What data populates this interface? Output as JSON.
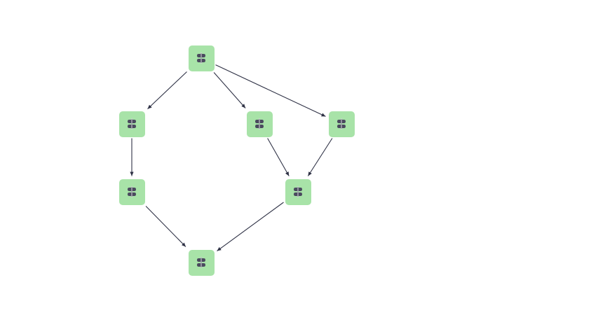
{
  "diagram": {
    "node_fill": "#a8e3a8",
    "icon_color": "#4a4a5e",
    "edge_color": "#2e3145",
    "icon": "pipeline-step-icon",
    "nodes": [
      {
        "id": "n1"
      },
      {
        "id": "n2"
      },
      {
        "id": "n3"
      },
      {
        "id": "n4"
      },
      {
        "id": "n5"
      },
      {
        "id": "n6"
      },
      {
        "id": "n7"
      }
    ],
    "edges": [
      {
        "from": "n1",
        "to": "n2"
      },
      {
        "from": "n1",
        "to": "n3"
      },
      {
        "from": "n1",
        "to": "n4"
      },
      {
        "from": "n2",
        "to": "n5"
      },
      {
        "from": "n3",
        "to": "n6"
      },
      {
        "from": "n4",
        "to": "n6"
      },
      {
        "from": "n5",
        "to": "n7"
      },
      {
        "from": "n6",
        "to": "n7"
      }
    ]
  }
}
